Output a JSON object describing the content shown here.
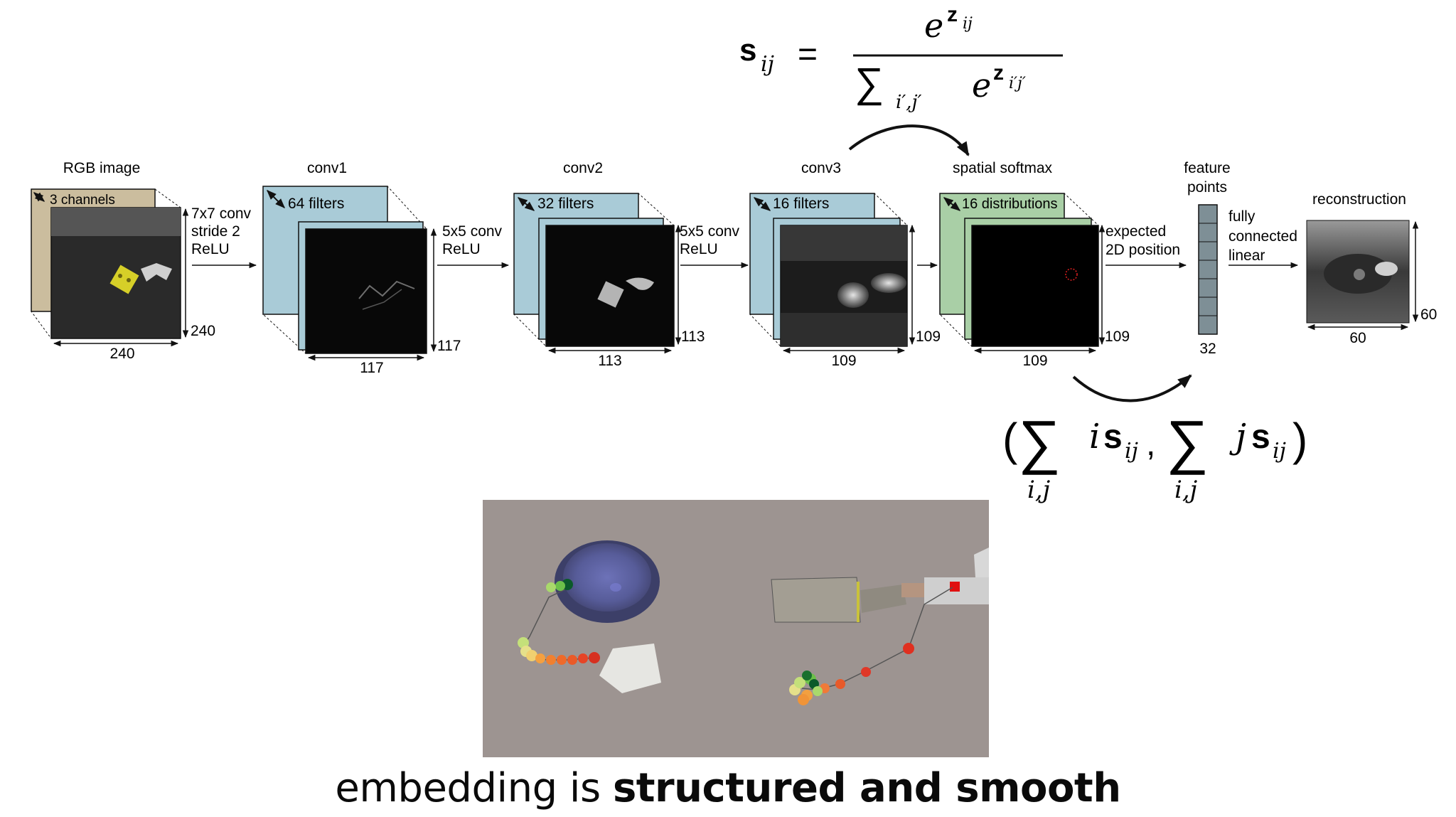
{
  "formula_top": {
    "lhs_base": "s",
    "lhs_sub": "ij",
    "equals": "=",
    "num_base": "e",
    "num_exp": "z",
    "num_exp_sub": "ij",
    "den_sum": "∑",
    "den_sub": "i′,j′",
    "den_base": "e",
    "den_exp": "z",
    "den_exp_sub": "i′j′"
  },
  "formula_bottom": {
    "open": "(",
    "sum1": "∑",
    "term1_i": "i",
    "term1_s": "s",
    "term1_sub": "ij",
    "comma": ",",
    "sum2": "∑",
    "term2_j": "j",
    "term2_s": "s",
    "term2_sub": "ij",
    "close": ")",
    "under1": "i,j",
    "under2": "i,j"
  },
  "stages": {
    "rgb": {
      "title": "RGB image",
      "channels": "3 channels",
      "height": "240",
      "width": "240"
    },
    "op1": {
      "line1": "7x7 conv",
      "line2": "stride 2",
      "line3": "ReLU"
    },
    "conv1": {
      "title": "conv1",
      "filters": "64 filters",
      "height": "117",
      "width": "117"
    },
    "op2": {
      "line1": "5x5 conv",
      "line2": "ReLU"
    },
    "conv2": {
      "title": "conv2",
      "filters": "32 filters",
      "height": "113",
      "width": "113"
    },
    "op3": {
      "line1": "5x5 conv",
      "line2": "ReLU"
    },
    "conv3": {
      "title": "conv3",
      "filters": "16 filters",
      "height": "109",
      "width": "109"
    },
    "softmax": {
      "title": "spatial softmax",
      "filters": "16 distributions",
      "height": "109",
      "width": "109"
    },
    "op5": {
      "line1": "expected",
      "line2": "2D position"
    },
    "feature": {
      "title1": "feature",
      "title2": "points",
      "size": "32"
    },
    "op6": {
      "line1": "fully",
      "line2": "connected",
      "line3": "linear"
    },
    "recon": {
      "title": "reconstruction",
      "height": "60",
      "width": "60"
    }
  },
  "caption": {
    "normal": "embedding is ",
    "bold": "structured and smooth"
  },
  "colors": {
    "blue_plane": "#a9cbd7",
    "green_plane": "#a9cfa6",
    "tan_plane": "#cbbd9e",
    "feature_cell": "#7e8f96",
    "tabletop": "#9d9491"
  }
}
